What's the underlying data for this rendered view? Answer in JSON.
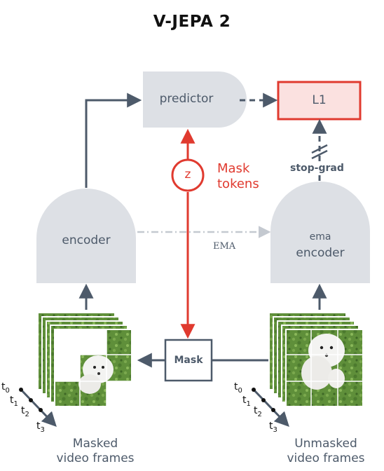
{
  "title": "V-JEPA 2",
  "blocks": {
    "predictor": "predictor",
    "loss": "L1",
    "encoder": "encoder",
    "ema_encoder_top": "ema",
    "ema_encoder_bottom": "encoder",
    "mask": "Mask",
    "z": "z"
  },
  "labels": {
    "mask_tokens_line1": "Mask",
    "mask_tokens_line2": "tokens",
    "stop_grad": "stop-grad",
    "ema": "EMA"
  },
  "captions": {
    "left_line1": "Masked",
    "left_line2": "video frames",
    "right_line1": "Unmasked",
    "right_line2": "video frames"
  },
  "time_labels": [
    "t",
    "t",
    "t",
    "t"
  ],
  "time_subscripts": [
    "0",
    "1",
    "2",
    "3"
  ],
  "colors": {
    "block": "#dde0e5",
    "arrow": "#4d5a6a",
    "accent_red": "#e03a2f",
    "loss_fill": "#fbe1e0"
  }
}
